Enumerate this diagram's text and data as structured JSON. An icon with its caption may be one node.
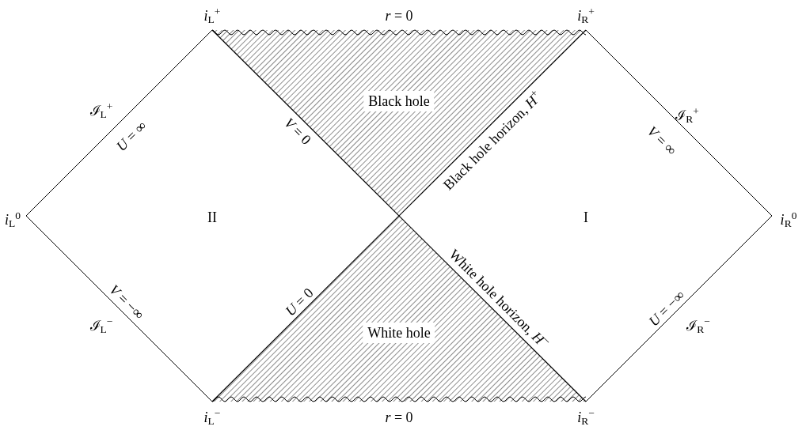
{
  "diagram": {
    "labels": [
      "*i*$_{L}$$^{+}$",
      "*r* = 0",
      "*i*$_{R}$$^{+}$",
      "Black hole",
      "ℐ$_{L}$$^{+}$",
      "ℐ$_{R}$$^{+}$",
      "*U* = ∞",
      "*V* = 0",
      "Black hole horizon, *H*$^{+}$",
      "*V* = ∞",
      "*i*$_{L}$$^{0}$",
      "II",
      "I",
      "*i*$_{R}$$^{0}$",
      "*V* = −∞",
      "White hole horizon, *H*$^{−}$",
      "*U* = 0",
      "ℐ$_{L}$$^{−}$",
      "White hole",
      "*U* = −∞",
      "ℐ$_{R}$$^{−}$",
      "*i*$_{L}$$^{−}$",
      "*r* = 0",
      "*i*$_{R}$$^{−}$"
    ]
  }
}
